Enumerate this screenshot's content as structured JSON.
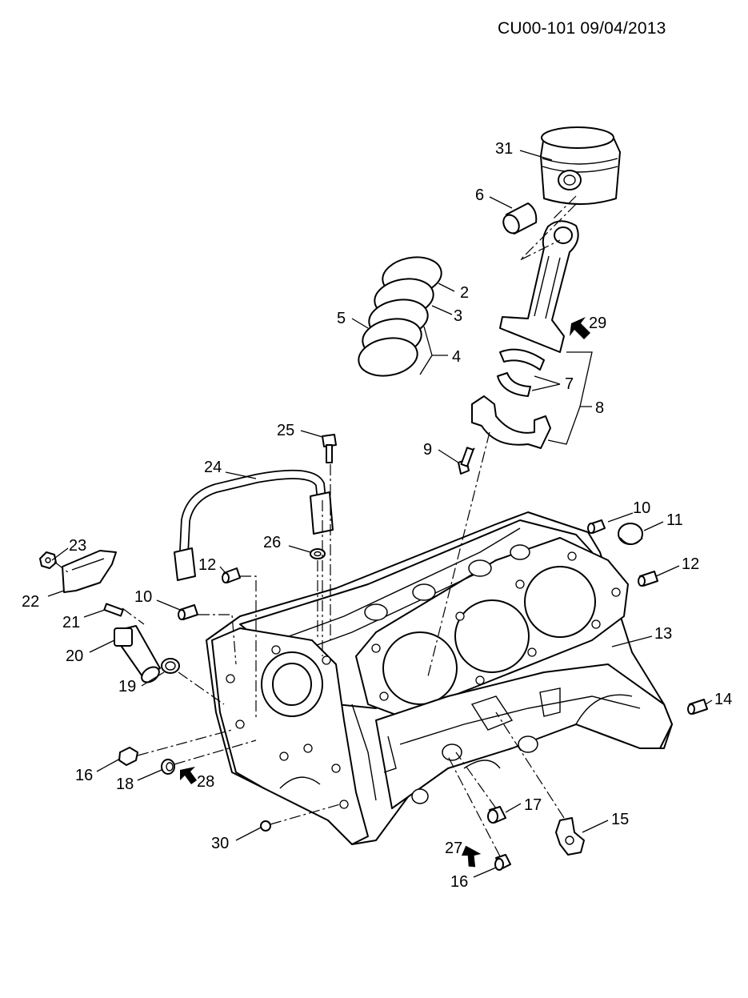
{
  "header": {
    "ref": "CU00-101  09/04/2013"
  },
  "callouts": [
    {
      "id": "c31",
      "text": "31"
    },
    {
      "id": "c6",
      "text": "6"
    },
    {
      "id": "c2",
      "text": "2"
    },
    {
      "id": "c3",
      "text": "3"
    },
    {
      "id": "c5",
      "text": "5"
    },
    {
      "id": "c4",
      "text": "4"
    },
    {
      "id": "c29",
      "text": "29"
    },
    {
      "id": "c7",
      "text": "7"
    },
    {
      "id": "c8",
      "text": "8"
    },
    {
      "id": "c9",
      "text": "9"
    },
    {
      "id": "c25",
      "text": "25"
    },
    {
      "id": "c24",
      "text": "24"
    },
    {
      "id": "c10a",
      "text": "10"
    },
    {
      "id": "c11",
      "text": "11"
    },
    {
      "id": "c26",
      "text": "26"
    },
    {
      "id": "c23",
      "text": "23"
    },
    {
      "id": "c12a",
      "text": "12"
    },
    {
      "id": "c12b",
      "text": "12"
    },
    {
      "id": "c22",
      "text": "22"
    },
    {
      "id": "c10b",
      "text": "10"
    },
    {
      "id": "c21",
      "text": "21"
    },
    {
      "id": "c13",
      "text": "13"
    },
    {
      "id": "c20",
      "text": "20"
    },
    {
      "id": "c19",
      "text": "19"
    },
    {
      "id": "c14",
      "text": "14"
    },
    {
      "id": "c16a",
      "text": "16"
    },
    {
      "id": "c18",
      "text": "18"
    },
    {
      "id": "c28",
      "text": "28"
    },
    {
      "id": "c17",
      "text": "17"
    },
    {
      "id": "c15",
      "text": "15"
    },
    {
      "id": "c30",
      "text": "30"
    },
    {
      "id": "c27",
      "text": "27"
    },
    {
      "id": "c16b",
      "text": "16"
    }
  ]
}
